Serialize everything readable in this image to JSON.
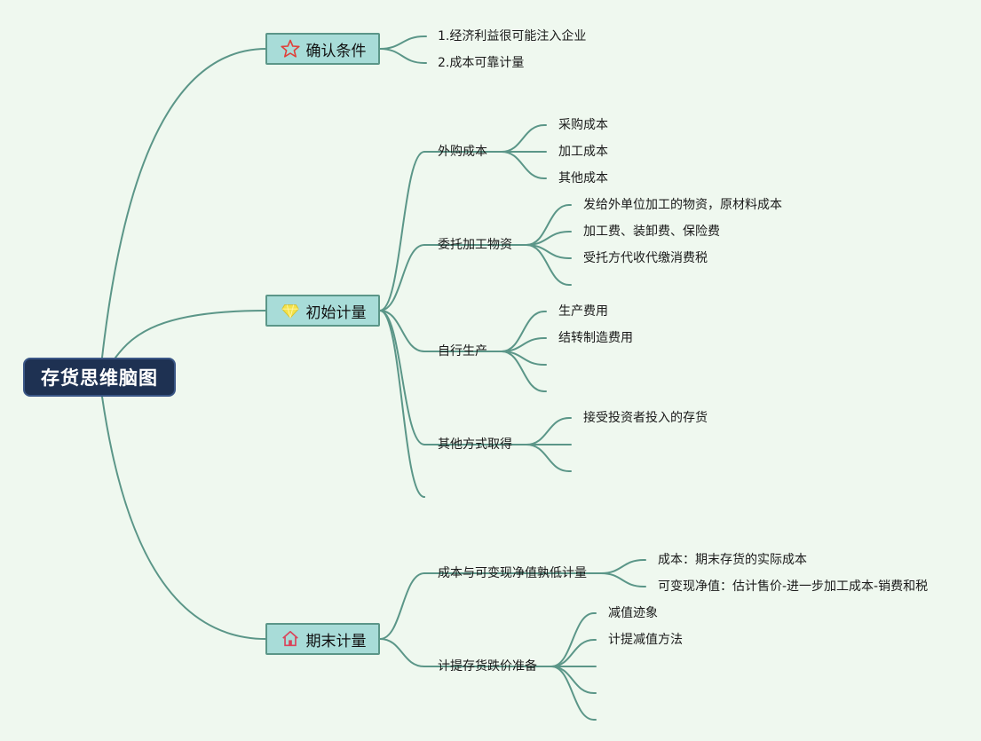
{
  "root": {
    "label": "存货思维脑图"
  },
  "branches": [
    {
      "label": "确认条件",
      "icon": "star-icon",
      "children": [
        {
          "label": "1.经济利益很可能注入企业"
        },
        {
          "label": "2.成本可靠计量"
        }
      ]
    },
    {
      "label": "初始计量",
      "icon": "gem-icon",
      "children": [
        {
          "label": "外购成本",
          "children": [
            "采购成本",
            "加工成本",
            "其他成本"
          ]
        },
        {
          "label": "委托加工物资",
          "children": [
            "发给外单位加工的物资，原材料成本",
            "加工费、装卸费、保险费",
            "受托方代收代缴消费税"
          ]
        },
        {
          "label": "自行生产",
          "children": [
            "生产费用",
            "结转制造费用"
          ]
        },
        {
          "label": "其他方式取得",
          "children": [
            "接受投资者投入的存货"
          ]
        }
      ]
    },
    {
      "label": "期末计量",
      "icon": "home-icon",
      "children": [
        {
          "label": "成本与可变现净值孰低计量",
          "children": [
            "成本：期末存货的实际成本",
            "可变现净值：估计售价-进一步加工成本-销费和税"
          ]
        },
        {
          "label": "计提存货跌价准备",
          "children": [
            "减值迹象",
            "计提减值方法"
          ]
        }
      ]
    }
  ],
  "colors": {
    "background": "#eff8ef",
    "root_fill": "#1e3152",
    "branch_fill": "#a8dcd8",
    "link": "#5b9688"
  }
}
